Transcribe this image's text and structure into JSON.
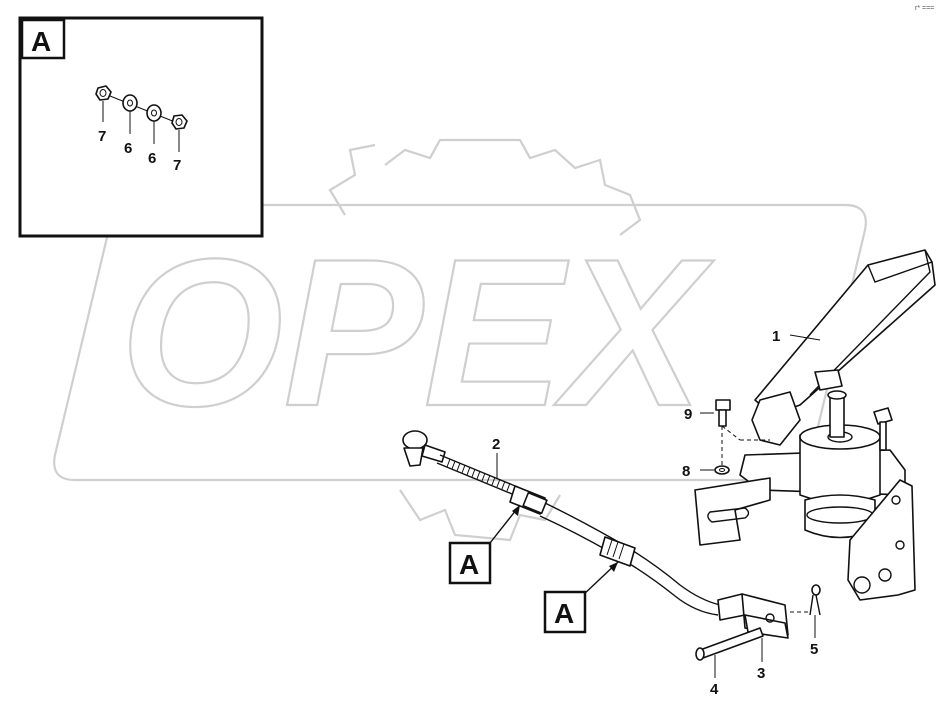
{
  "corner_mark": "r* ===",
  "watermark": {
    "text": "OPEX"
  },
  "detail_view": {
    "label": "A",
    "parts": [
      "7",
      "6",
      "6",
      "7"
    ]
  },
  "callout_labels": [
    "A",
    "A"
  ],
  "part_numbers": {
    "p1": "1",
    "p2": "2",
    "p3": "3",
    "p4": "4",
    "p5": "5",
    "p8": "8",
    "p9": "9"
  }
}
